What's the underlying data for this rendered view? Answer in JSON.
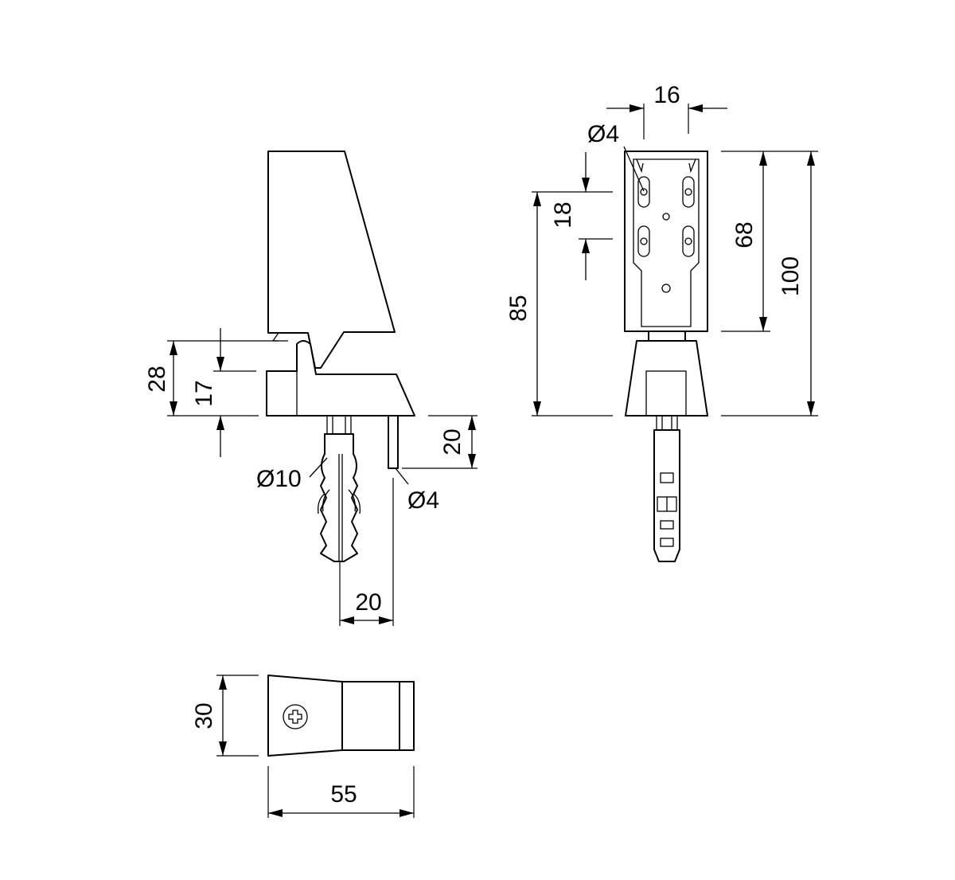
{
  "side_view": {
    "dim_height_28": "28",
    "dim_height_17": "17",
    "dim_pin_20": "20",
    "dim_dowel": "Ø10",
    "dim_pin": "Ø4",
    "dim_offset_20": "20"
  },
  "front_view": {
    "dim_slot_spacing_16": "16",
    "dim_hole": "Ø4",
    "dim_slot_18": "18",
    "dim_85": "85",
    "dim_68": "68",
    "dim_100": "100"
  },
  "top_view": {
    "dim_30": "30",
    "dim_55": "55"
  },
  "colors": {
    "line": "#000000",
    "background": "#ffffff"
  }
}
